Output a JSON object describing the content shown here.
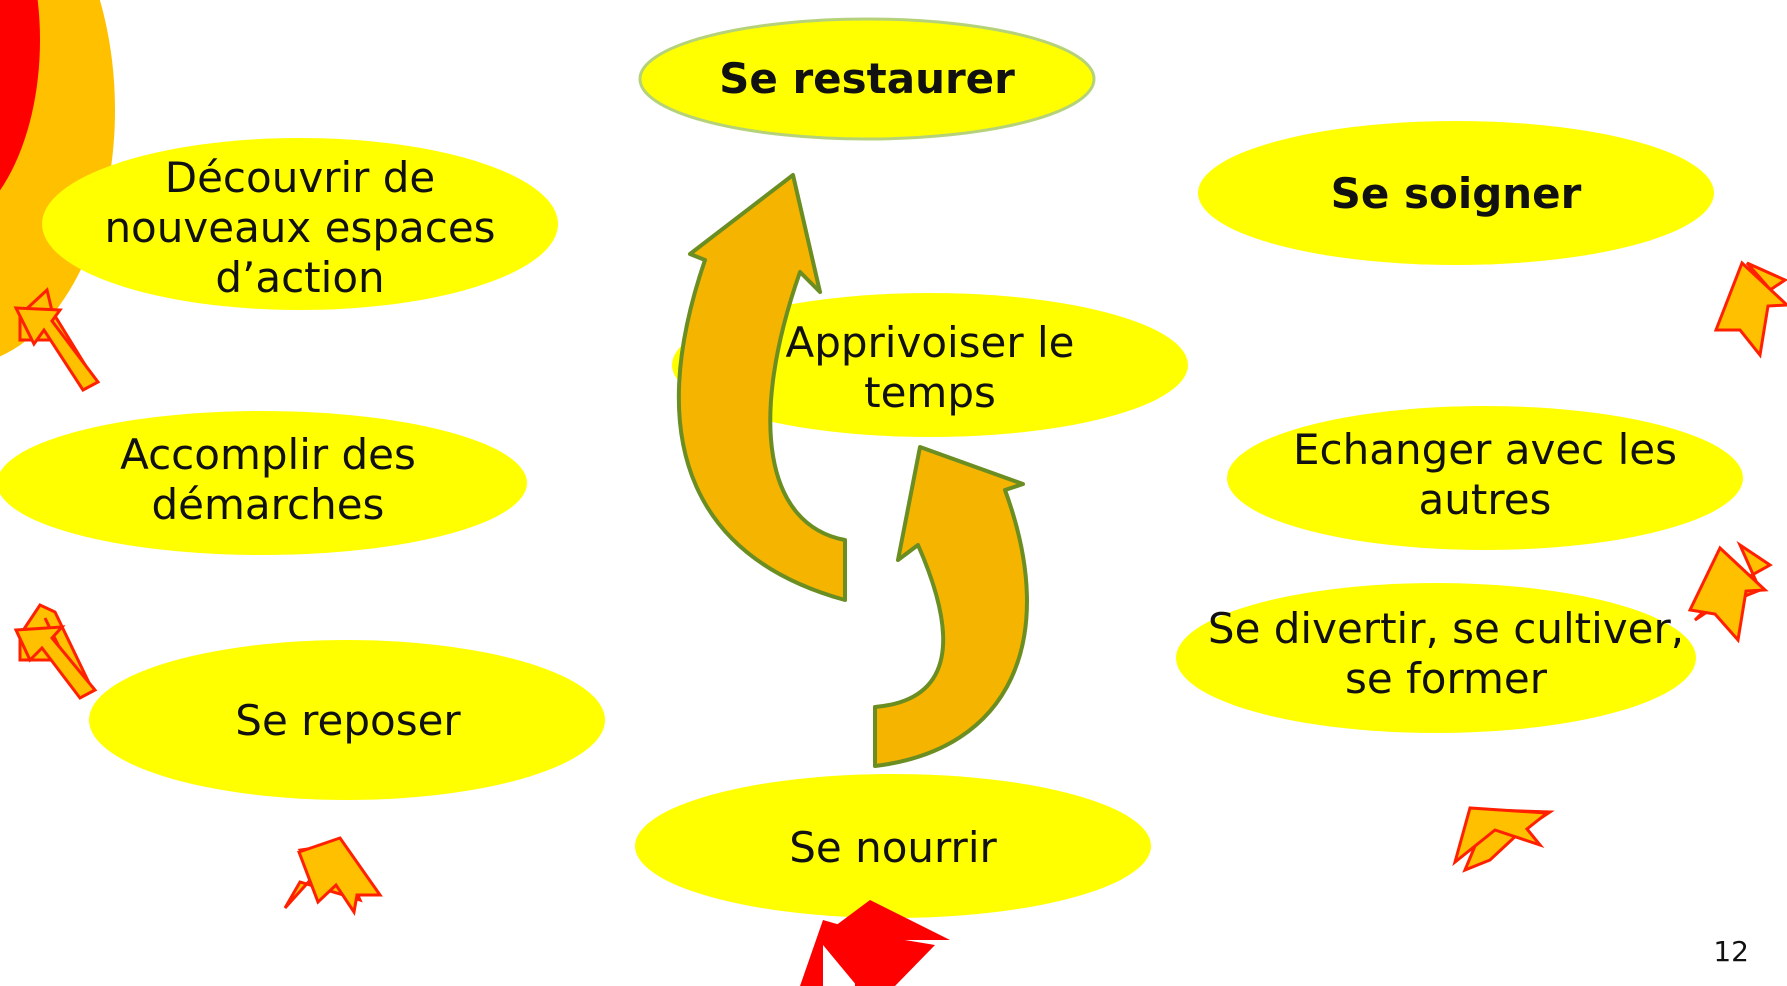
{
  "colors": {
    "bubble_fill": "#ffff00",
    "arrow_fill": "#ffc000",
    "arrow_outline": "#ff2000",
    "curved_arrow_fill": "#f5b400",
    "curved_arrow_outline": "#6b8e23",
    "main_arrow": "#ff0000",
    "corner_accent": "#ff0000"
  },
  "nodes": {
    "restaurer": "Se restaurer",
    "soigner": "Se soigner",
    "decouvrir": "Découvrir de\nnouveaux espaces\nd’action",
    "apprivoiser": "Apprivoiser le\ntemps",
    "accomplir": "Accomplir des\ndémarches",
    "echanger": "Echanger avec les\nautres",
    "divertir": "Se divertir, se cultiver,\nse former",
    "reposer": "Se reposer",
    "nourrir": "Se nourrir"
  },
  "page_number": "12"
}
